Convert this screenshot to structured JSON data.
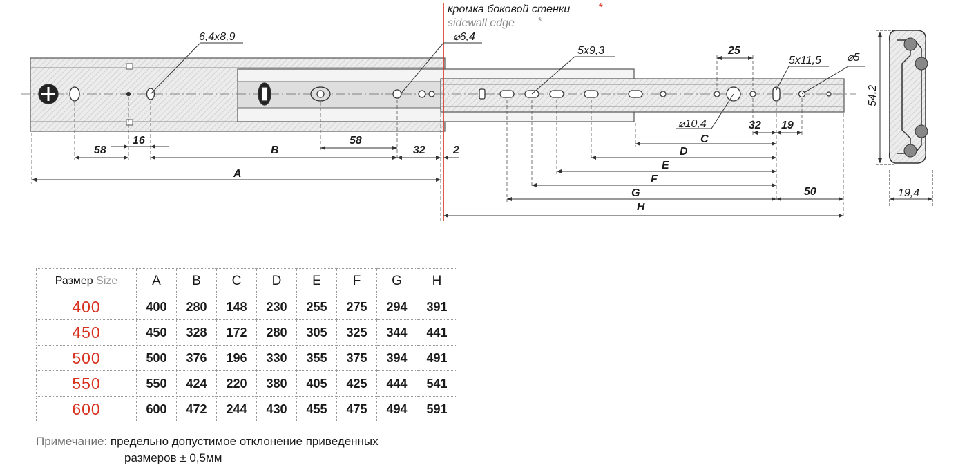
{
  "header": {
    "sidewall_ru": "кромка боковой стенки",
    "sidewall_en": "sidewall edge",
    "asterisk": "*"
  },
  "holes": {
    "slot_rear": "6,4x8,9",
    "front_hole": "⌀6,4",
    "slot_mid": "5x9,3",
    "slot_front": "5x11,5",
    "hole_small": "⌀5",
    "hole_big": "⌀10,4"
  },
  "dimensions": {
    "d58a": "58",
    "d16": "16",
    "dB": "B",
    "d58b": "58",
    "d32a": "32",
    "d2": "2",
    "dA": "A",
    "d25": "25",
    "d32b": "32",
    "d19": "19",
    "dC": "C",
    "dD": "D",
    "dE": "E",
    "dF": "F",
    "dG": "G",
    "dH": "H",
    "d50": "50",
    "height": "54,2",
    "width": "19,4"
  },
  "table": {
    "label_ru": "Размер",
    "label_en": "Size",
    "columns": [
      "A",
      "B",
      "C",
      "D",
      "E",
      "F",
      "G",
      "H"
    ],
    "rows": [
      {
        "size": "400",
        "values": [
          "400",
          "280",
          "148",
          "230",
          "255",
          "275",
          "294",
          "391"
        ]
      },
      {
        "size": "450",
        "values": [
          "450",
          "328",
          "172",
          "280",
          "305",
          "325",
          "344",
          "441"
        ]
      },
      {
        "size": "500",
        "values": [
          "500",
          "376",
          "196",
          "330",
          "355",
          "375",
          "394",
          "491"
        ]
      },
      {
        "size": "550",
        "values": [
          "550",
          "424",
          "220",
          "380",
          "405",
          "425",
          "444",
          "541"
        ]
      },
      {
        "size": "600",
        "values": [
          "600",
          "472",
          "244",
          "430",
          "455",
          "475",
          "494",
          "591"
        ]
      }
    ]
  },
  "note": {
    "label": "Примечание:",
    "line1": "предельно допустимое отклонение приведенных",
    "line2": "размеров ± 0,5мм"
  },
  "colors": {
    "accent_red": "#d7301f",
    "line": "#333333",
    "rail_fill": "#e4e4e4",
    "muted": "#9a9a9a"
  }
}
